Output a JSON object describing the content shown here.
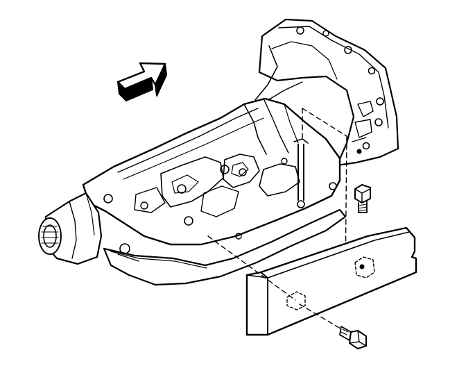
{
  "diagram": {
    "style": "line-art",
    "colors": {
      "stroke": "#000000",
      "fill": "#ffffff",
      "shade": "#000000"
    },
    "parts": [
      "direction-arrow-icon",
      "transmission-assembly",
      "bell-housing",
      "output-shaft",
      "oil-pan",
      "shield-bracket",
      "upper-bolt",
      "lower-bolt"
    ]
  }
}
